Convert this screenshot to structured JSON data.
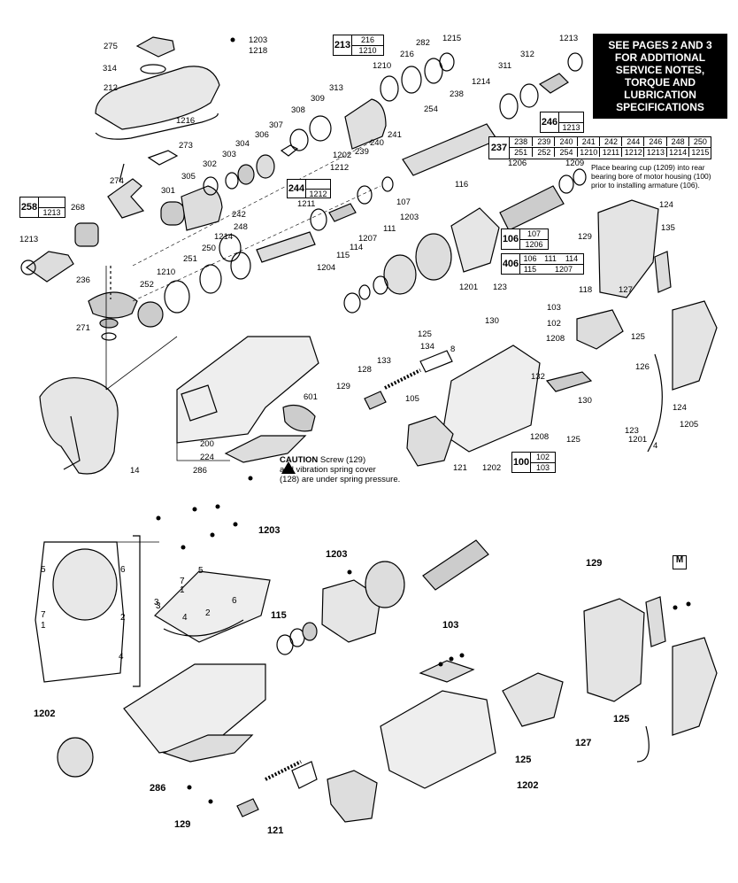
{
  "note_box": [
    "SEE PAGES 2 AND 3",
    "FOR ADDITIONAL",
    "SERVICE NOTES,",
    "TORQUE AND",
    "LUBRICATION",
    "SPECIFICATIONS"
  ],
  "bearing_note": [
    "Place bearing cup (1209) into rear",
    "bearing bore of motor housing (100)",
    "prior to installing armature (106)."
  ],
  "caution": {
    "word": "CAUTION",
    "line1": " Screw (129)",
    "line2": "and vibration spring cover",
    "line3": "(128) are under spring pressure."
  },
  "kit_237": {
    "key": "237",
    "row1": [
      "238",
      "239",
      "240",
      "241",
      "242",
      "244",
      "246",
      "248",
      "250"
    ],
    "row2": [
      "251",
      "252",
      "254",
      "1210",
      "1211",
      "1212",
      "1213",
      "1214",
      "1215"
    ]
  },
  "kit_213": {
    "key": "213",
    "row1": "216",
    "row2": "1210"
  },
  "kit_246": {
    "key": "246",
    "row1": "1213"
  },
  "kit_244": {
    "key": "244",
    "row1": "1212"
  },
  "kit_258": {
    "key": "258",
    "row1": "1213"
  },
  "kit_106": {
    "key": "106",
    "row1": "107",
    "row2": "1206"
  },
  "kit_406": {
    "key": "406",
    "row1": [
      "106",
      "111",
      "114"
    ],
    "row2": [
      "115",
      "1207"
    ]
  },
  "kit_100": {
    "key": "100",
    "row1": "102",
    "row2": "103"
  },
  "m_box": "M",
  "labels_small": [
    {
      "t": "275"
    },
    {
      "t": "314"
    },
    {
      "t": "212"
    },
    {
      "t": "1216"
    },
    {
      "t": "273"
    },
    {
      "t": "1203"
    },
    {
      "t": "1218"
    },
    {
      "t": "274"
    },
    {
      "t": "268"
    },
    {
      "t": "1213"
    },
    {
      "t": "236"
    },
    {
      "t": "271"
    },
    {
      "t": "14"
    },
    {
      "t": "301"
    },
    {
      "t": "305"
    },
    {
      "t": "302"
    },
    {
      "t": "303"
    },
    {
      "t": "304"
    },
    {
      "t": "306"
    },
    {
      "t": "307"
    },
    {
      "t": "308"
    },
    {
      "t": "309"
    },
    {
      "t": "313"
    },
    {
      "t": "1210"
    },
    {
      "t": "216"
    },
    {
      "t": "282"
    },
    {
      "t": "1215"
    },
    {
      "t": "238"
    },
    {
      "t": "1214"
    },
    {
      "t": "311"
    },
    {
      "t": "312"
    },
    {
      "t": "1213"
    },
    {
      "t": "254"
    },
    {
      "t": "241"
    },
    {
      "t": "240"
    },
    {
      "t": "239"
    },
    {
      "t": "1202"
    },
    {
      "t": "1212"
    },
    {
      "t": "1211"
    },
    {
      "t": "242"
    },
    {
      "t": "248"
    },
    {
      "t": "1214"
    },
    {
      "t": "250"
    },
    {
      "t": "251"
    },
    {
      "t": "1210"
    },
    {
      "t": "252"
    },
    {
      "t": "1206"
    },
    {
      "t": "1209"
    },
    {
      "t": "116"
    },
    {
      "t": "107"
    },
    {
      "t": "1203"
    },
    {
      "t": "111"
    },
    {
      "t": "1207"
    },
    {
      "t": "114"
    },
    {
      "t": "115"
    },
    {
      "t": "1204"
    },
    {
      "t": "124"
    },
    {
      "t": "129"
    },
    {
      "t": "135"
    },
    {
      "t": "127"
    },
    {
      "t": "118"
    },
    {
      "t": "1201"
    },
    {
      "t": "123"
    },
    {
      "t": "103"
    },
    {
      "t": "130"
    },
    {
      "t": "102"
    },
    {
      "t": "125"
    },
    {
      "t": "134"
    },
    {
      "t": "8"
    },
    {
      "t": "1208"
    },
    {
      "t": "125"
    },
    {
      "t": "126"
    },
    {
      "t": "133"
    },
    {
      "t": "128"
    },
    {
      "t": "129"
    },
    {
      "t": "132"
    },
    {
      "t": "601"
    },
    {
      "t": "105"
    },
    {
      "t": "200"
    },
    {
      "t": "224"
    },
    {
      "t": "286"
    },
    {
      "t": "121"
    },
    {
      "t": "1202"
    },
    {
      "t": "1208"
    },
    {
      "t": "130"
    },
    {
      "t": "123"
    },
    {
      "t": "125"
    },
    {
      "t": "1201"
    },
    {
      "t": "4"
    },
    {
      "t": "1205"
    },
    {
      "t": "124"
    }
  ],
  "labels_bottom": [
    {
      "t": "1203"
    },
    {
      "t": "1203"
    },
    {
      "t": "115"
    },
    {
      "t": "103"
    },
    {
      "t": "129"
    },
    {
      "t": "1202"
    },
    {
      "t": "286"
    },
    {
      "t": "129"
    },
    {
      "t": "121"
    },
    {
      "t": "125"
    },
    {
      "t": "1202"
    },
    {
      "t": "125"
    },
    {
      "t": "127"
    }
  ],
  "screw_order_plate": [
    "5",
    "6",
    "3",
    "7",
    "1",
    "2",
    "4"
  ],
  "screw_order_large": [
    "5",
    "6",
    "7",
    "1",
    "2",
    "3",
    "4"
  ]
}
